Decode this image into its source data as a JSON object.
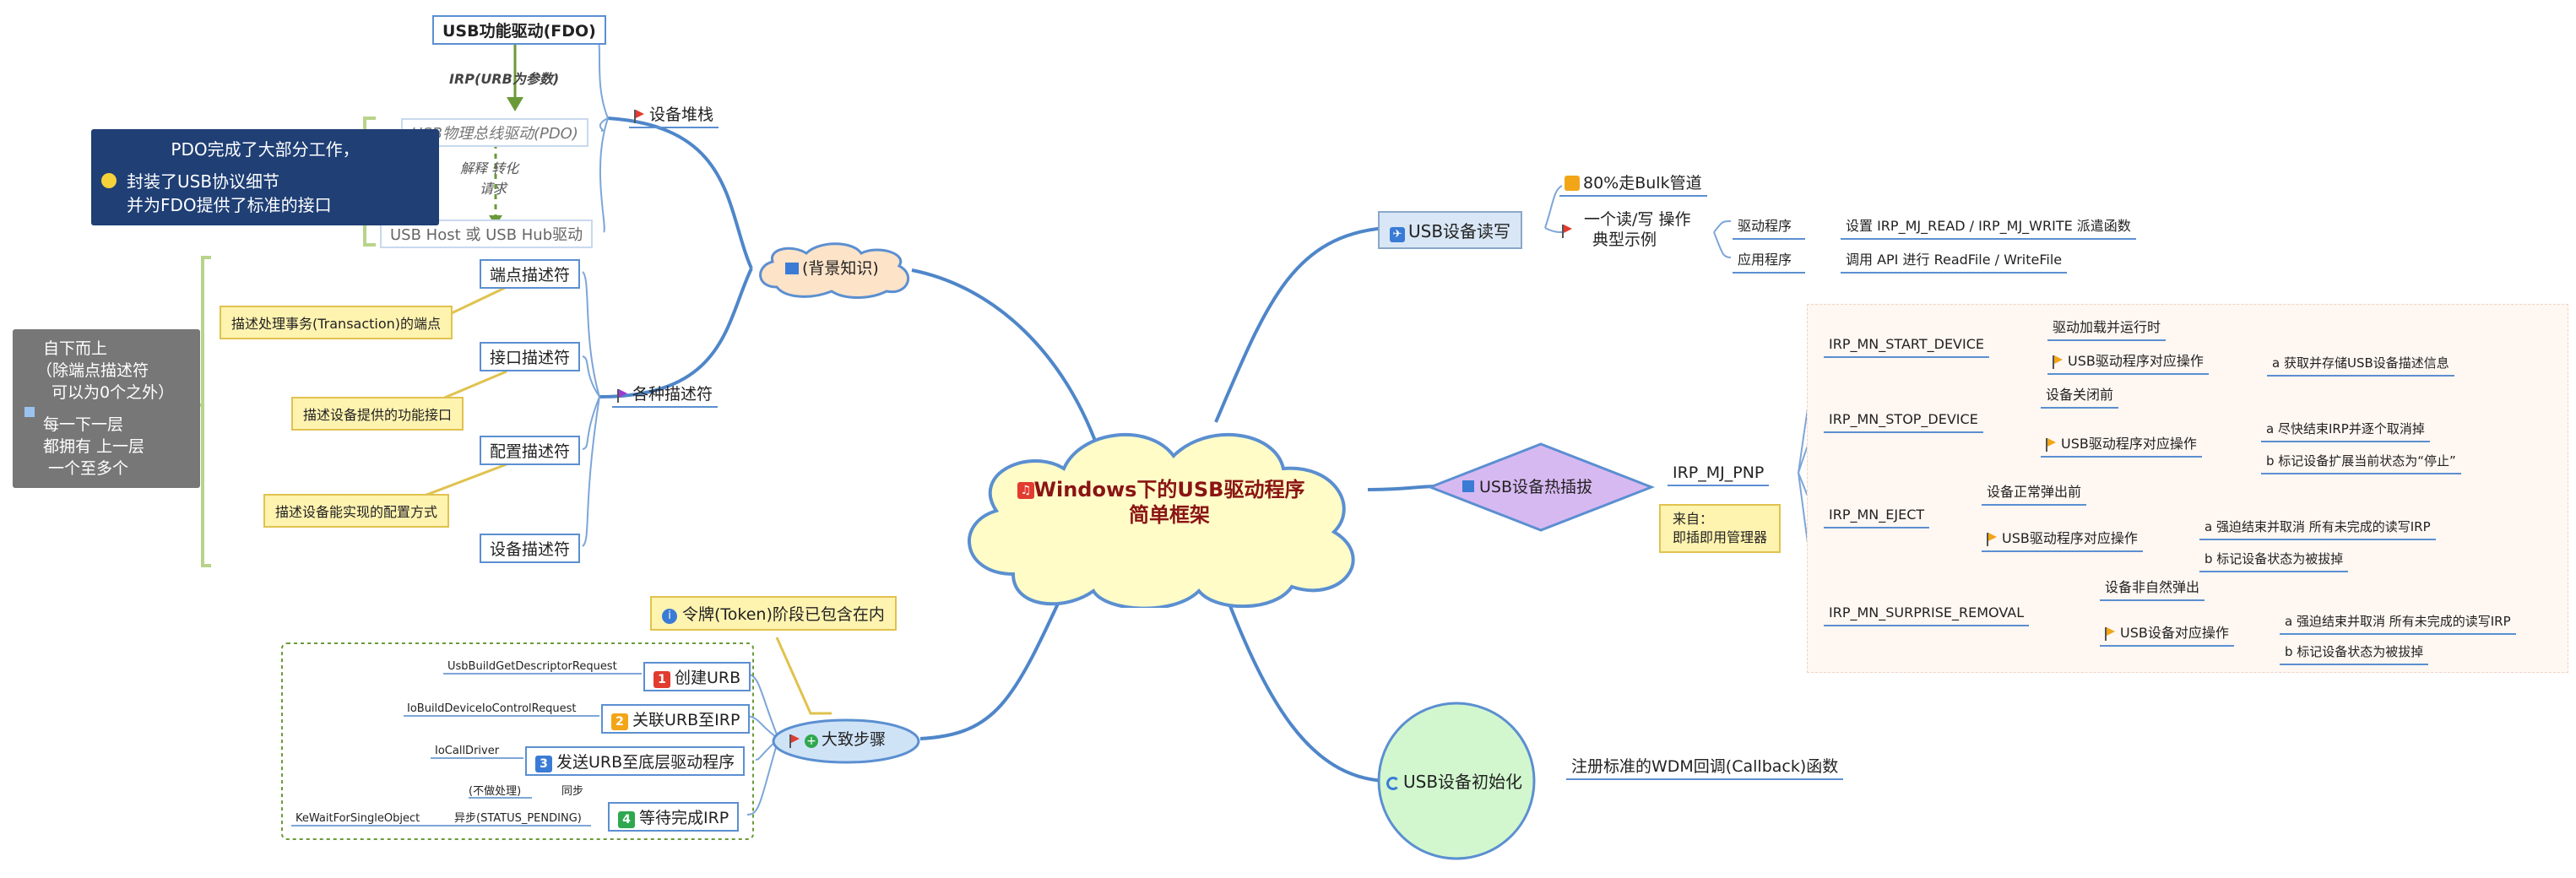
{
  "center": {
    "title_line1": "Windows下的USB驱动程序",
    "title_line2": "简单框架"
  },
  "background": {
    "label": "(背景知识)",
    "stack": {
      "label": "设备堆栈",
      "fdo": "USB功能驱动(FDO)",
      "irp": "IRP(URB为参数)",
      "pdo": "USB物理总线驱动(PDO)",
      "explain_line1": "解释  转化",
      "explain_line2": "请求",
      "host": "USB Host 或 USB Hub驱动",
      "note_line1": "PDO完成了大部分工作，",
      "note_line2": "封装了USB协议细节",
      "note_line3": "并为FDO提供了标准的接口"
    },
    "descriptors": {
      "label": "各种描述符",
      "endpoint": "端点描述符",
      "endpoint_note": "描述处理事务(Transaction)的端点",
      "interface": "接口描述符",
      "interface_note": "描述设备提供的功能接口",
      "config": "配置描述符",
      "config_note": "描述设备能实现的配置方式",
      "device": "设备描述符",
      "side_note_line1": "自下而上",
      "side_note_line2": "（除端点描述符",
      "side_note_line3": "可以为0个之外）",
      "side_note_line4": "每一下一层",
      "side_note_line5": "都拥有 上一层",
      "side_note_line6": "一个至多个"
    }
  },
  "steps": {
    "label": "大致步骤",
    "token_note": "令牌(Token)阶段已包含在内",
    "items": [
      {
        "num": "1",
        "color": "#e23b2f",
        "label": "创建URB",
        "api": "UsbBuildGetDescriptorRequest"
      },
      {
        "num": "2",
        "color": "#f2a516",
        "label": "关联URB至IRP",
        "api": "IoBuildDeviceIoControlRequest"
      },
      {
        "num": "3",
        "color": "#3a7bd5",
        "label": "发送URB至底层驱动程序",
        "api": "IoCallDriver"
      },
      {
        "num": "4",
        "color": "#2fa84f",
        "label": "等待完成IRP",
        "api": "KeWaitForSingleObject"
      }
    ],
    "wait_sync_left": "(不做处理)",
    "wait_sync": "同步",
    "wait_async": "异步(STATUS_PENDING)"
  },
  "rw": {
    "label": "USB设备读写",
    "bulk": "80%走Bulk管道",
    "example_line1": "一个读/写 操作",
    "example_line2": "典型示例",
    "driver": "驱动程序",
    "driver_desc": "设置 IRP_MJ_READ / IRP_MJ_WRITE  派遣函数",
    "app": "应用程序",
    "app_desc": "调用 API 进行 ReadFile / WriteFile"
  },
  "pnp": {
    "label": "USB设备热插拔",
    "irp": "IRP_MJ_PNP",
    "from_line1": "来自：",
    "from_line2": "即插即用管理器",
    "start": {
      "name": "IRP_MN_START_DEVICE",
      "when": "驱动加载并运行时",
      "op": "USB驱动程序对应操作",
      "a": "a  获取并存储USB设备描述信息"
    },
    "stop": {
      "name": "IRP_MN_STOP_DEVICE",
      "when": "设备关闭前",
      "op": "USB驱动程序对应操作",
      "a": "a  尽快结束IRP并逐个取消掉",
      "b": "b  标记设备扩展当前状态为“停止”"
    },
    "eject": {
      "name": "IRP_MN_EJECT",
      "when": "设备正常弹出前",
      "op": "USB驱动程序对应操作",
      "a": "a  强迫结束并取消 所有未完成的读写IRP",
      "b": "b  标记设备状态为被拔掉"
    },
    "surprise": {
      "name": "IRP_MN_SURPRISE_REMOVAL",
      "when": "设备非自然弹出",
      "op": "USB设备对应操作",
      "a": "a  强迫结束并取消 所有未完成的读写IRP",
      "b": "b  标记设备状态为被拔掉"
    }
  },
  "init": {
    "label": "USB设备初始化",
    "desc": "注册标准的WDM回调(Callback)函数"
  }
}
